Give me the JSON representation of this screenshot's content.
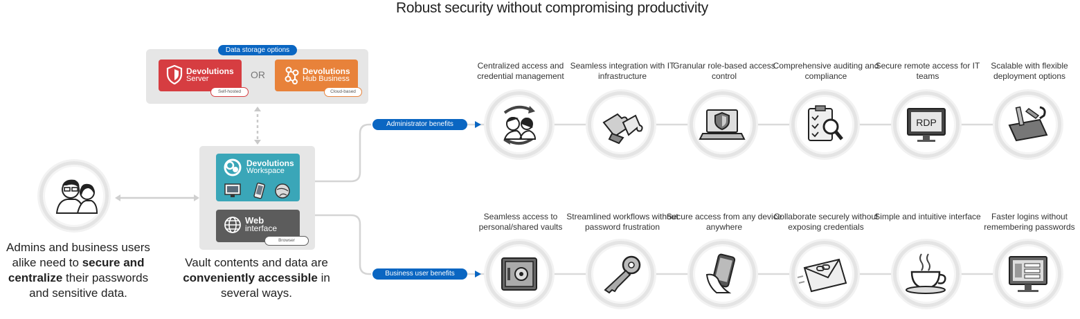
{
  "title": "Robust security without compromising productivity",
  "storage": {
    "label": "Data storage options",
    "or": "OR",
    "server": {
      "name": "Devolutions",
      "sub": "Server",
      "tag": "Self-hosted",
      "color": "#d63d41"
    },
    "hub": {
      "name": "Devolutions",
      "sub": "Hub Business",
      "tag": "Cloud-based",
      "color": "#e8823a"
    }
  },
  "access": {
    "workspace": {
      "name": "Devolutions",
      "sub": "Workspace",
      "color": "#3aa6b8"
    },
    "web": {
      "name": "Web",
      "sub": "interface",
      "tag": "Browser",
      "color": "#5c5c5c"
    }
  },
  "users_caption": {
    "pre": "Admins and business users alike need to ",
    "bold": "secure and centralize",
    "post": " their passwords and sensitive data."
  },
  "vault_caption": {
    "pre": "Vault contents and data are ",
    "bold": "conveniently accessible",
    "post": " in several ways."
  },
  "admin": {
    "label": "Administrator benefits",
    "items": [
      {
        "text": "Centralized access and credential management",
        "icon": "people-sync-icon"
      },
      {
        "text": "Seamless integration with IT infrastructure",
        "icon": "puzzle-icon"
      },
      {
        "text": "Granular role-based access control",
        "icon": "laptop-shield-icon"
      },
      {
        "text": "Comprehensive auditing and compliance",
        "icon": "clipboard-magnifier-icon"
      },
      {
        "text": "Secure remote access for IT teams",
        "icon": "rdp-monitor-icon"
      },
      {
        "text": "Scalable with flexible deployment options",
        "icon": "toolbox-icon"
      }
    ]
  },
  "business": {
    "label": "Business user benefits",
    "items": [
      {
        "text": "Seamless access to personal/shared vaults",
        "icon": "safe-icon"
      },
      {
        "text": "Streamlined workflows without password frustration",
        "icon": "key-icon"
      },
      {
        "text": "Secure access from any device anywhere",
        "icon": "phone-hand-icon"
      },
      {
        "text": "Collaborate securely without exposing credentials",
        "icon": "envelope-link-icon"
      },
      {
        "text": "Simple and intuitive interface",
        "icon": "coffee-cup-icon"
      },
      {
        "text": "Faster logins without remembering passwords",
        "icon": "login-monitor-icon"
      }
    ]
  },
  "colors": {
    "accent": "#0a66c2",
    "line": "#d4d4d4",
    "panel": "#e6e6e6"
  }
}
